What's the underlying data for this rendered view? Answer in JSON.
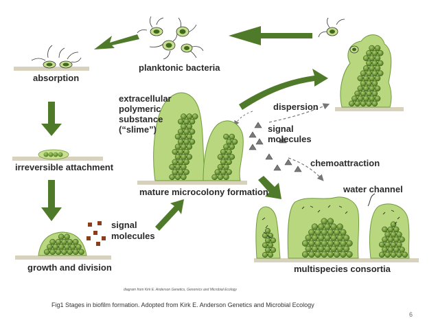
{
  "labels": {
    "planktonic": "planktonic bacteria",
    "absorption": "absorption",
    "irreversible": "irreversible attachment",
    "growth": "growth and division",
    "signal_left_1": "signal",
    "signal_left_2": "molecules",
    "eps_1": "extracellular",
    "eps_2": "polymeric",
    "eps_3": "substance",
    "eps_4": "(“slime”)",
    "mature": "mature microcolony formation",
    "dispersion": "dispersion",
    "signal_mid_1": "signal",
    "signal_mid_2": "molecules",
    "chemoattraction": "chemoattraction",
    "water_channel": "water channel",
    "multispecies": "multispecies consortia"
  },
  "credit": "diagram from Kirk E. Anderson Genetics, Genomics and Microbial Ecology",
  "caption": "Fig1 Stages in biofilm formation. Adopted from Kirk E. Anderson Genetics and Microbial Ecology",
  "page_number": "6",
  "colors": {
    "arrow": "#4f7a2a",
    "slime": "#b9d77f",
    "slime_edge": "#6e9a3a",
    "cell": "#5e8a2e",
    "cell_edge": "#2f4a14",
    "surface": "#d8d2bd",
    "signal_square": "#8a3f1a",
    "signal_triangle": "#7a7a7a"
  },
  "icons": [
    "down-arrow-icon",
    "left-arrow-icon",
    "up-right-arrow-icon",
    "dashed-arrow-icon",
    "signal-square-icon",
    "signal-triangle-icon"
  ]
}
